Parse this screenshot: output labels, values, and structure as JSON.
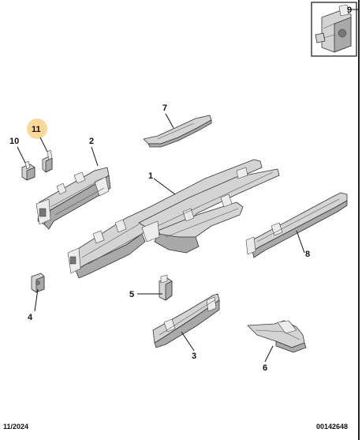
{
  "diagram": {
    "callouts": [
      "1",
      "2",
      "3",
      "4",
      "5",
      "6",
      "7",
      "8",
      "9",
      "10",
      "11"
    ],
    "highlighted_callout": "11",
    "highlight_color": "#f9d89a",
    "footer_left": "11/2024",
    "footer_right": "00142648"
  }
}
